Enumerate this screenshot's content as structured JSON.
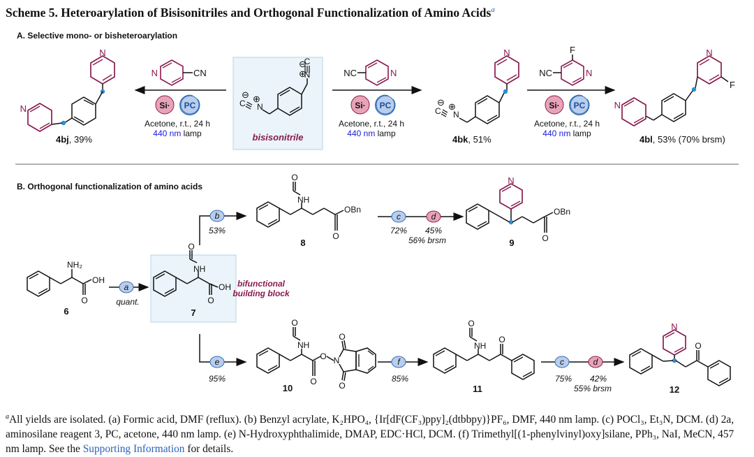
{
  "title": {
    "text": "Scheme 5. Heteroarylation of Bisisonitriles and Orthogonal Functionalization of Amino Acids",
    "mark": "a"
  },
  "section_a": {
    "heading": "A. Selective mono- or bisheteroarylation"
  },
  "section_b": {
    "heading": "B. Orthogonal functionalization of amino acids"
  },
  "colors": {
    "accent_purple": "#8a1a4f",
    "accent_blue": "#1a1ad6",
    "box_bg": "#eaf4fa",
    "circle_blue": "#b9cdec",
    "circle_red": "#e7a3b7",
    "bond_blue": "#2f8fd6"
  },
  "reagents": {
    "cn_group": "CN",
    "nc_group": "NC",
    "f_atom": "F",
    "n_atom": "N",
    "si_label": "Si·",
    "pc_label": "PC",
    "conditions_line1": "Acetone, r.t., 24 h",
    "lamp_value": "440 nm",
    "lamp_word": "lamp"
  },
  "compounds": {
    "bisisonitrile_label": "bisisonitrile",
    "c4bj": {
      "id": "4bj",
      "yield": ", 39%"
    },
    "c4bk": {
      "id": "4bk",
      "yield": ", 51%"
    },
    "c4bl": {
      "id": "4bl",
      "yield": ", 53% (70% brsm)"
    },
    "c6": {
      "id": "6",
      "nh2": "NH₂",
      "oh": "OH",
      "o": "O"
    },
    "c7": {
      "id": "7",
      "nh": "NH",
      "oh": "OH",
      "o": "O",
      "o_top": "O"
    },
    "c8": {
      "id": "8",
      "nh": "NH",
      "obn": "OBn",
      "o": "O",
      "o_top": "O"
    },
    "c9": {
      "id": "9",
      "obn": "OBn",
      "o": "O",
      "n": "N"
    },
    "c10": {
      "id": "10",
      "nh": "NH",
      "o": "O",
      "o_top": "O",
      "o_ester": "O",
      "n": "N",
      "o_imide1": "O",
      "o_imide2": "O"
    },
    "c11": {
      "id": "11",
      "nh": "NH",
      "o": "O",
      "o_top": "O"
    },
    "c12": {
      "id": "12",
      "o": "O",
      "n": "N"
    },
    "bifunctional_label": "bifunctional\nbuilding block"
  },
  "steps": {
    "a": {
      "label": "a",
      "yield": "quant."
    },
    "b": {
      "label": "b",
      "yield": "53%"
    },
    "c_top": {
      "label": "c",
      "yield": "72%"
    },
    "d_top": {
      "label": "d",
      "yield": "45%",
      "brsm": "56% brsm"
    },
    "e": {
      "label": "e",
      "yield": "95%"
    },
    "f": {
      "label": "f",
      "yield": "85%"
    },
    "c_bot": {
      "label": "c",
      "yield": "75%"
    },
    "d_bot": {
      "label": "d",
      "yield": "42%",
      "brsm": "55% brsm"
    }
  },
  "footnote": {
    "mark": "a",
    "text_before_link": "All yields are isolated. (a) Formic acid, DMF (reflux). (b) Benzyl acrylate, K₂HPO₄, {Ir[dF(CF₃)ppy]₂(dtbbpy)}PF₆, DMF, 440 nm lamp. (c) POCl₃, Et₃N, DCM. (d) 2a, aminosilane reagent 3, PC, acetone, 440 nm lamp. (e) N-Hydroxyphthalimide, DMAP, EDC·HCl, DCM. (f) Trimethyl[(1-phenylvinyl)oxy]silane, PPh₃, NaI, MeCN, 457 nm lamp. See the",
    "link_text": "Supporting Information",
    "text_after_link": " for details."
  }
}
